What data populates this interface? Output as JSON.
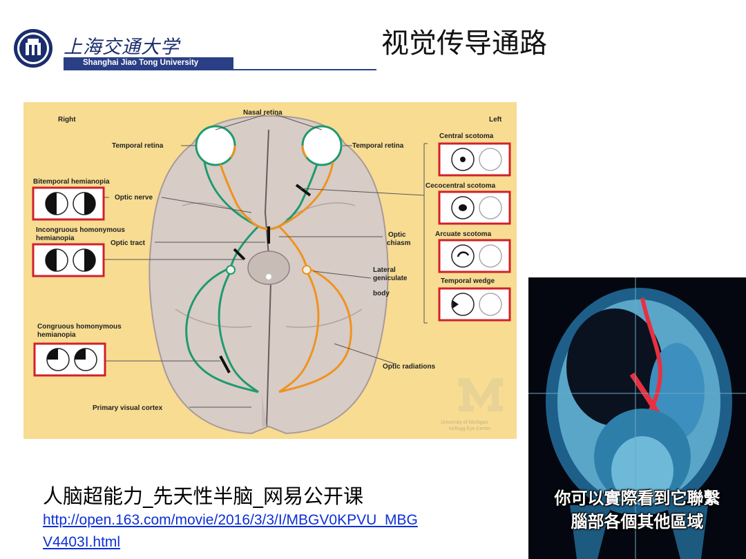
{
  "header": {
    "university_cn": "上海交通大学",
    "university_en": "Shanghai Jiao Tong University",
    "title": "视觉传导通路"
  },
  "diagram": {
    "labels": {
      "right": "Right",
      "left": "Left",
      "nasal_retina": "Nasal retina",
      "temporal_retina_right": "Temporal retina",
      "temporal_retina_left": "Temporal retina",
      "optic_nerve": "Optic nerve",
      "optic_tract": "Optic tract",
      "optic_chiasm_1": "Optic",
      "optic_chiasm_2": "chiasm",
      "lgb_1": "Lateral",
      "lgb_2": "geniculate",
      "lgb_3": "body",
      "optic_radiations": "Optic radiations",
      "primary_visual_cortex": "Primary visual cortex"
    },
    "defects_right": [
      {
        "label_1": "Bitemporal hemianopia",
        "label_2": ""
      },
      {
        "label_1": "Incongruous homonymous",
        "label_2": "hemianopia"
      },
      {
        "label_1": "Congruous homonymous",
        "label_2": "hemianopia"
      }
    ],
    "defects_left": [
      {
        "label": "Central scotoma"
      },
      {
        "label": "Cecocentral scotoma"
      },
      {
        "label": "Arcuate scotoma"
      },
      {
        "label": "Temporal wedge"
      }
    ],
    "watermark_1": "University of Michigan",
    "watermark_2": "Kellogg Eye Center",
    "colors": {
      "left_pathway": "#1e9a6e",
      "right_pathway": "#f0921e",
      "background": "#f7dc92",
      "brain": "#d7ccc6",
      "box_border": "#d0202a"
    }
  },
  "video": {
    "caption_line_1": "你可以實際看到它聯繫",
    "caption_line_2": "腦部各個其他區域"
  },
  "course": {
    "title": "人脑超能力_先天性半脑_网易公开课",
    "link_line_1": "http://open.163.com/movie/2016/3/3/I/MBGV0KPVU_MBG",
    "link_line_2": "V4403I.html"
  }
}
